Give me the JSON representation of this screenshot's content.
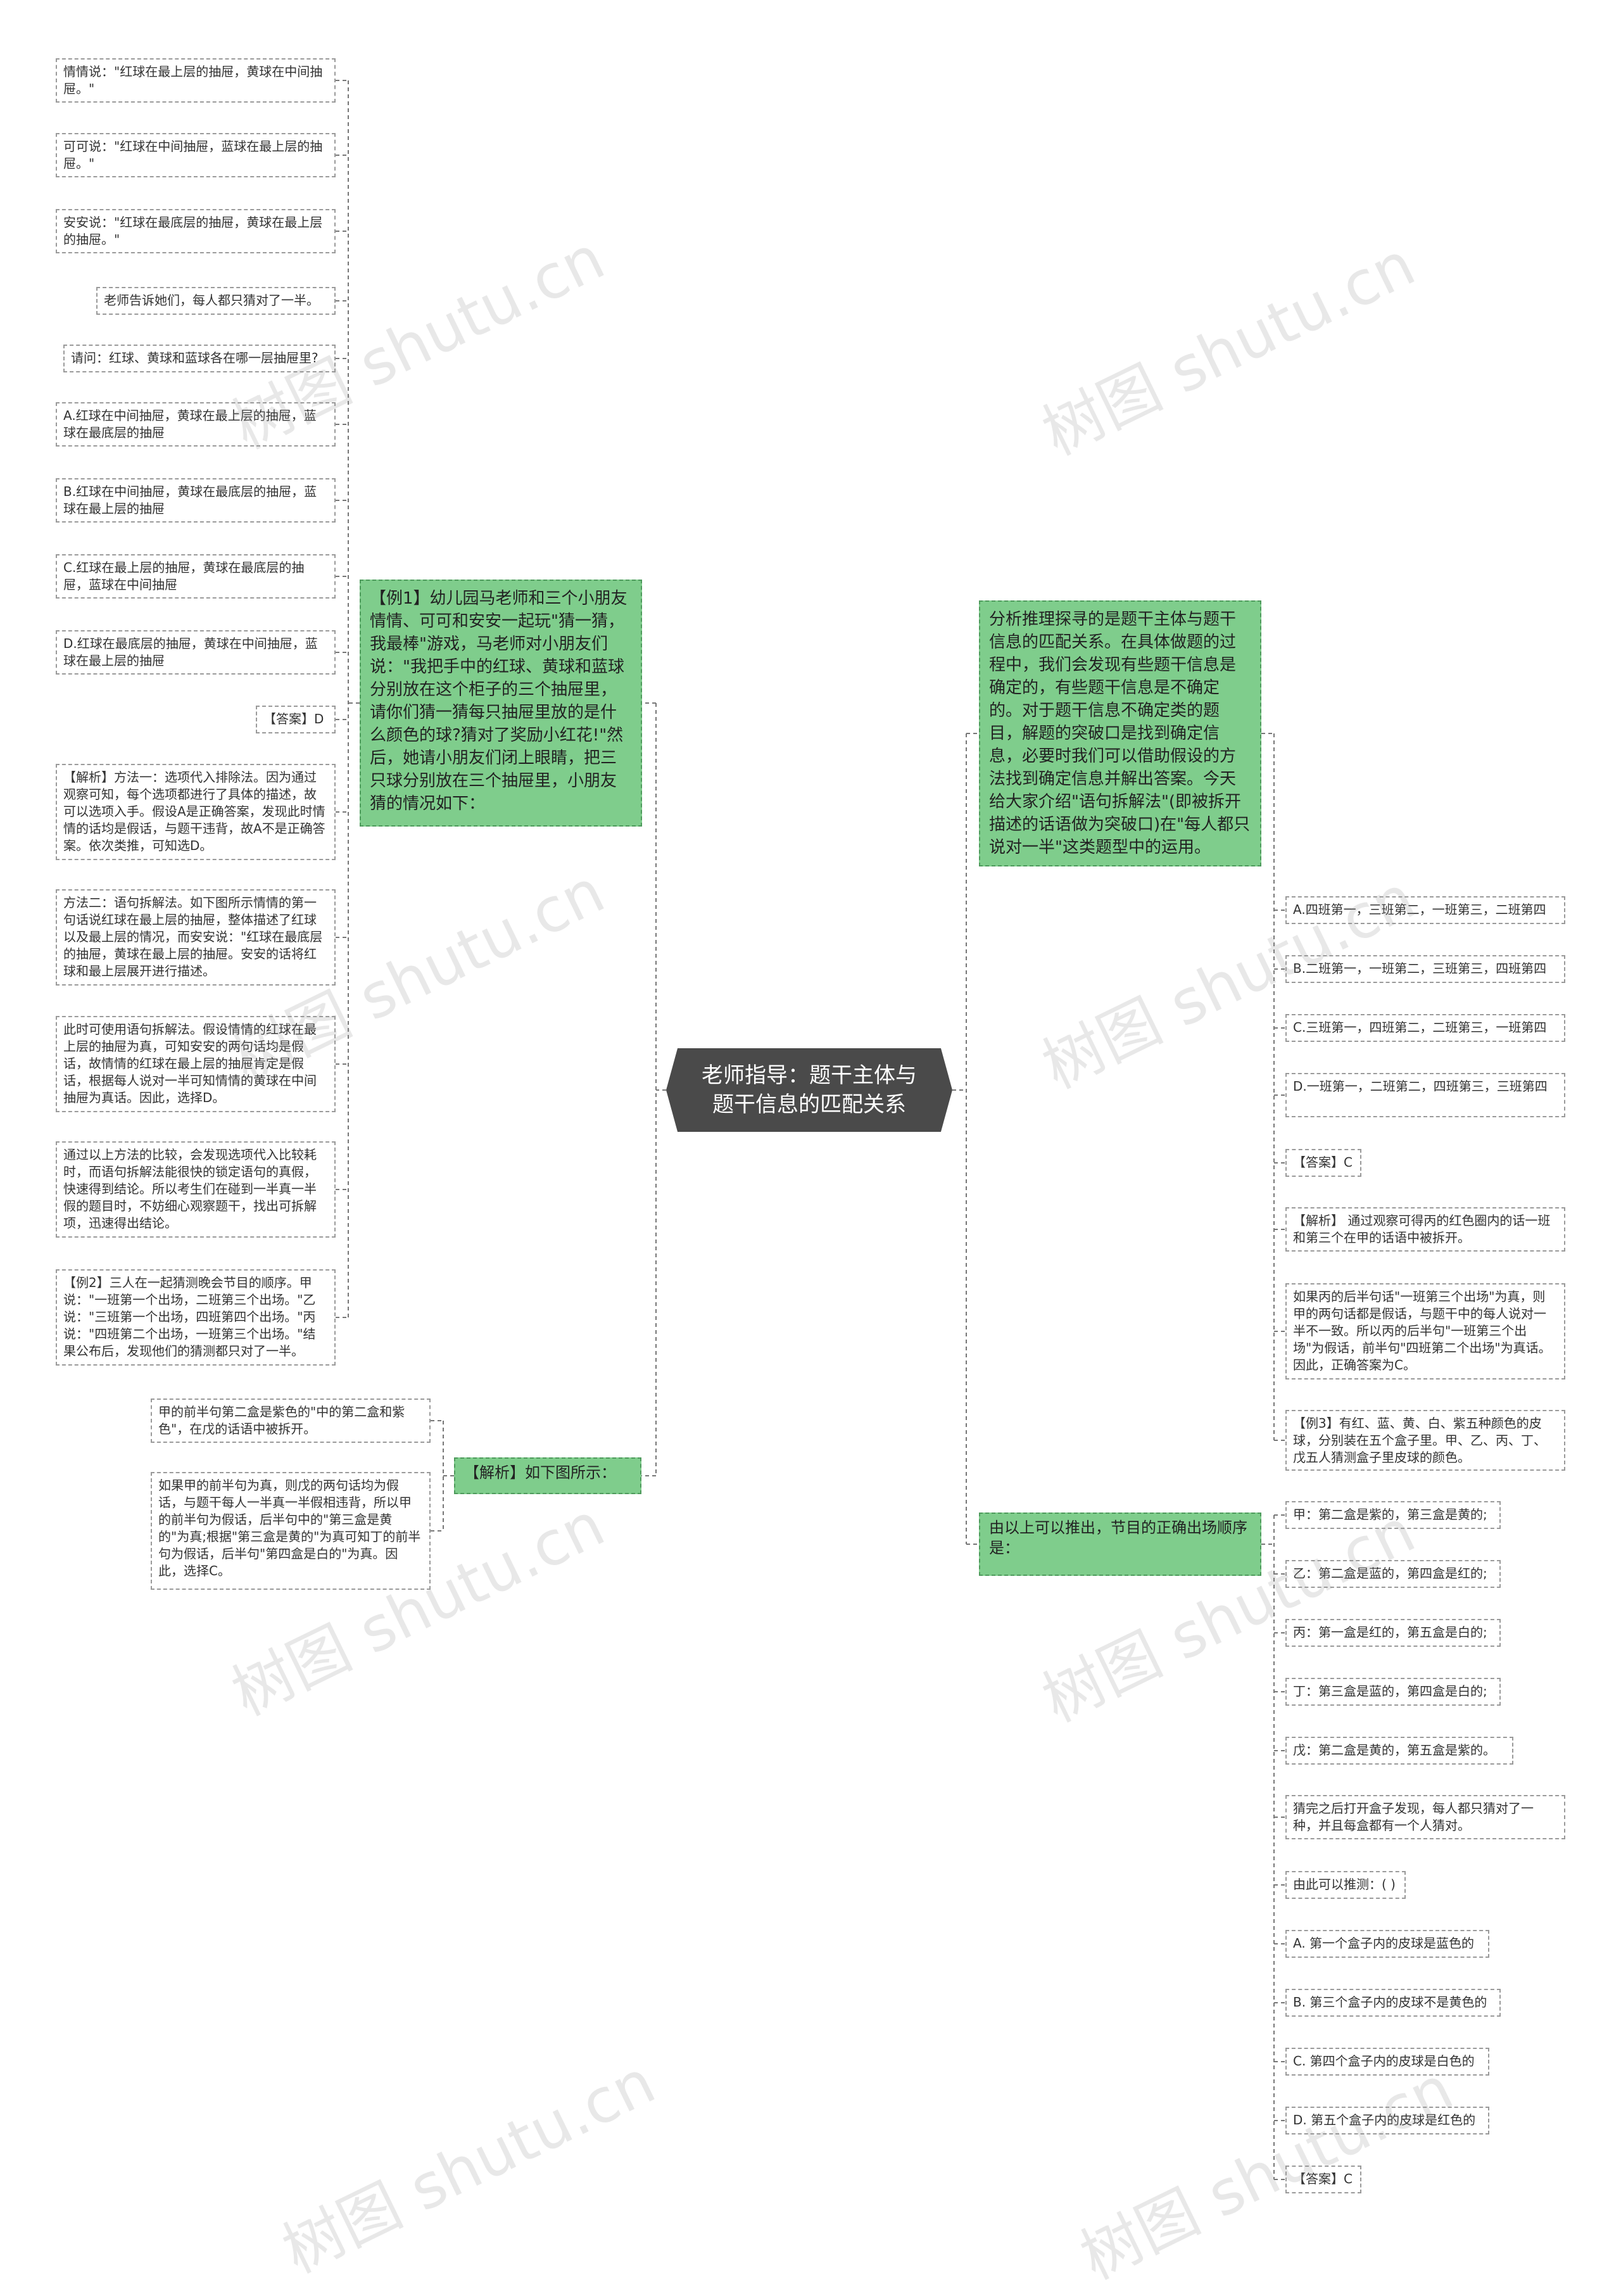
{
  "center": {
    "title": "老师指导：题干主体与题干信息的匹配关系"
  },
  "left": {
    "example1": "【例1】幼儿园马老师和三个小朋友情情、可可和安安一起玩\"猜一猜，我最棒\"游戏，马老师对小朋友们说：\"我把手中的红球、黄球和蓝球分别放在这个柜子的三个抽屉里，请你们猜一猜每只抽屉里放的是什么颜色的球?猜对了奖励小红花!\"然后，她请小朋友们闭上眼睛，把三只球分别放在三个抽屉里，小朋友猜的情况如下：",
    "example1_items": [
      "情情说：\"红球在最上层的抽屉，黄球在中间抽屉。\"",
      "可可说：\"红球在中间抽屉，蓝球在最上层的抽屉。\"",
      "安安说：\"红球在最底层的抽屉，黄球在最上层的抽屉。\"",
      "老师告诉她们，每人都只猜对了一半。",
      "请问：红球、黄球和蓝球各在哪一层抽屉里?",
      "A.红球在中间抽屉，黄球在最上层的抽屉，蓝球在最底层的抽屉",
      "B.红球在中间抽屉，黄球在最底层的抽屉，蓝球在最上层的抽屉",
      "C.红球在最上层的抽屉，黄球在最底层的抽屉，蓝球在中间抽屉",
      "D.红球在最底层的抽屉，黄球在中间抽屉，蓝球在最上层的抽屉",
      "【答案】D",
      "【解析】方法一：选项代入排除法。因为通过观察可知，每个选项都进行了具体的描述，故可以选项入手。假设A是正确答案，发现此时情情的话均是假话，与题干违背，故A不是正确答案。依次类推，可知选D。",
      "方法二：语句拆解法。如下图所示情情的第一句话说红球在最上层的抽屉，整体描述了红球以及最上层的情况，而安安说：\"红球在最底层的抽屉，黄球在最上层的抽屉。安安的话将红球和最上层展开进行描述。",
      "此时可使用语句拆解法。假设情情的红球在最上层的抽屉为真，可知安安的两句话均是假话，故情情的红球在最上层的抽屉肯定是假话，根据每人说对一半可知情情的黄球在中间抽屉为真话。因此，选择D。",
      "通过以上方法的比较，会发现选项代入比较耗时，而语句拆解法能很快的锁定语句的真假，快速得到结论。所以考生们在碰到一半真一半假的题目时，不妨细心观察题干，找出可拆解项，迅速得出结论。",
      "【例2】三人在一起猜测晚会节目的顺序。甲说：\"一班第一个出场，二班第三个出场。\"乙说：\"三班第一个出场，四班第四个出场。\"丙说：\"四班第二个出场，一班第三个出场。\"结果公布后，发现他们的猜测都只对了一半。"
    ],
    "analysis2": "【解析】如下图所示：",
    "analysis2_items": [
      "甲的前半句第二盒是紫色的\"中的第二盒和紫色\"，在戊的话语中被拆开。",
      "如果甲的前半句为真，则戊的两句话均为假话，与题干每人一半真一半假相违背，所以甲的前半句为假话，后半句中的\"第三盒是黄的\"为真;根据\"第三盒是黄的\"为真可知丁的前半句为假话，后半句\"第四盒是白的\"为真。因此，选择C。"
    ]
  },
  "right": {
    "intro": "分析推理探寻的是题干主体与题干信息的匹配关系。在具体做题的过程中，我们会发现有些题干信息是确定的，有些题干信息是不确定的。对于题干信息不确定类的题目，解题的突破口是找到确定信息，必要时我们可以借助假设的方法找到确定信息并解出答案。今天给大家介绍\"语句拆解法\"(即被拆开描述的话语做为突破口)在\"每人都只说对一半\"这类题型中的运用。",
    "intro_items": [
      "A.四班第一，三班第二，一班第三，二班第四",
      "B.二班第一，一班第二，三班第三，四班第四",
      "C.三班第一，四班第二，二班第三，一班第四",
      "D.一班第一，二班第二，四班第三，三班第四",
      "【答案】C",
      "【解析】 通过观察可得丙的红色圈内的话一班和第三个在甲的话语中被拆开。",
      "如果丙的后半句话\"一班第三个出场\"为真，则甲的两句话都是假话，与题干中的每人说对一半不一致。所以丙的后半句\"一班第三个出场\"为假话，前半句\"四班第二个出场\"为真话。因此，正确答案为C。",
      "【例3】有红、蓝、黄、白、紫五种颜色的皮球，分别装在五个盒子里。甲、乙、丙、丁、戊五人猜测盒子里皮球的颜色。"
    ],
    "conclusion": "由以上可以推出，节目的正确出场顺序是：",
    "conclusion_items": [
      "甲：第二盒是紫的，第三盒是黄的;",
      "乙：第二盒是蓝的，第四盒是红的;",
      "丙：第一盒是红的，第五盒是白的;",
      "丁：第三盒是蓝的，第四盒是白的;",
      "戊：第二盒是黄的，第五盒是紫的。",
      "猜完之后打开盒子发现，每人都只猜对了一种，并且每盒都有一个人猜对。",
      "由此可以推测：( )",
      "A. 第一个盒子内的皮球是蓝色的",
      "B. 第三个盒子内的皮球不是黄色的",
      "C. 第四个盒子内的皮球是白色的",
      "D. 第五个盒子内的皮球是红色的",
      "【答案】C"
    ]
  },
  "watermark": "树图 shutu.cn",
  "colors": {
    "accent": "#7fcd8c",
    "center": "#4a4a4a",
    "connector": "#777777"
  }
}
